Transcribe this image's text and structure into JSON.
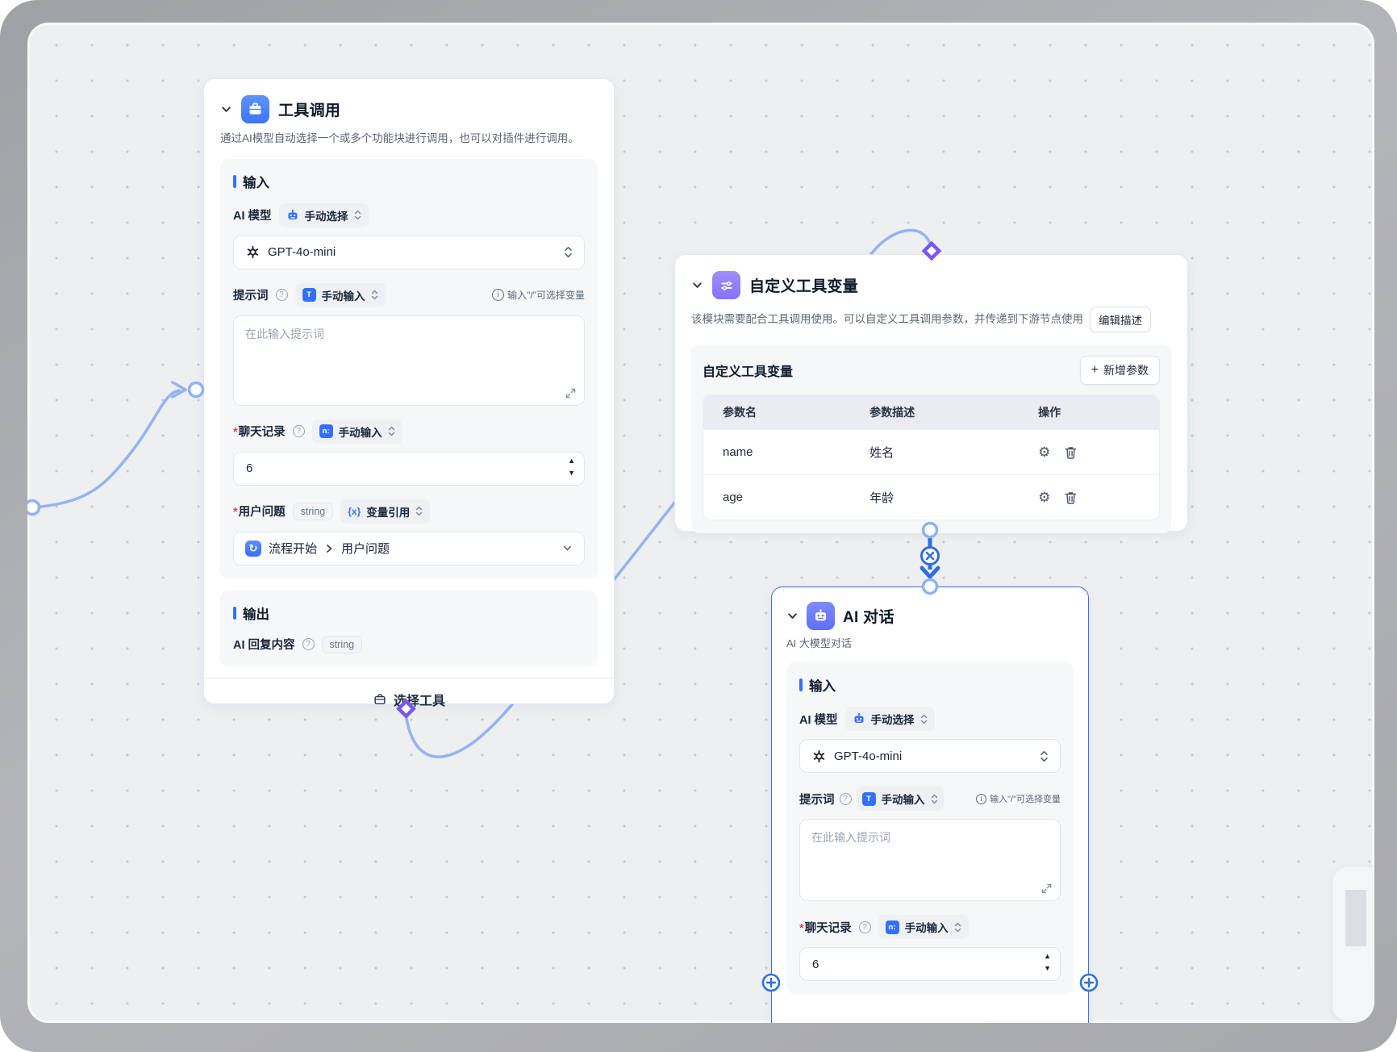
{
  "tool_call": {
    "title": "工具调用",
    "description": "通过AI模型自动选择一个或多个功能块进行调用，也可以对插件进行调用。",
    "input_section": "输入",
    "model_label": "AI 模型",
    "model_mode": "手动选择",
    "model_value": "GPT-4o-mini",
    "prompt_label": "提示词",
    "prompt_mode": "手动输入",
    "prompt_hint": "输入\"/\"可选择变量",
    "prompt_placeholder": "在此输入提示词",
    "history_label": "聊天记录",
    "history_mode": "手动输入",
    "history_value": "6",
    "question_label": "用户问题",
    "question_type": "string",
    "question_mode": "变量引用",
    "question_source": "流程开始",
    "question_field": "用户问题",
    "output_section": "输出",
    "output_name": "AI 回复内容",
    "output_type": "string",
    "footer_button": "选择工具"
  },
  "custom_vars": {
    "title": "自定义工具变量",
    "description": "该模块需要配合工具调用使用。可以自定义工具调用参数，并传递到下游节点使用",
    "edit_button": "编辑描述",
    "panel_title": "自定义工具变量",
    "add_button": "新增参数",
    "columns": {
      "name": "参数名",
      "desc": "参数描述",
      "ops": "操作"
    },
    "rows": [
      {
        "name": "name",
        "desc": "姓名"
      },
      {
        "name": "age",
        "desc": "年龄"
      }
    ]
  },
  "ai_chat": {
    "title": "AI 对话",
    "subtitle": "AI 大模型对话",
    "input_section": "输入",
    "model_label": "AI 模型",
    "model_mode": "手动选择",
    "model_value": "GPT-4o-mini",
    "prompt_label": "提示词",
    "prompt_mode": "手动输入",
    "prompt_hint": "输入\"/\"可选择变量",
    "prompt_placeholder": "在此输入提示词",
    "history_label": "聊天记录",
    "history_mode": "手动输入",
    "history_value": "6"
  },
  "colors": {
    "accent": "#3370ff",
    "edge": "#94b3f2",
    "edge_strong": "#2e6fe0",
    "diamond": "#7a55f0"
  }
}
